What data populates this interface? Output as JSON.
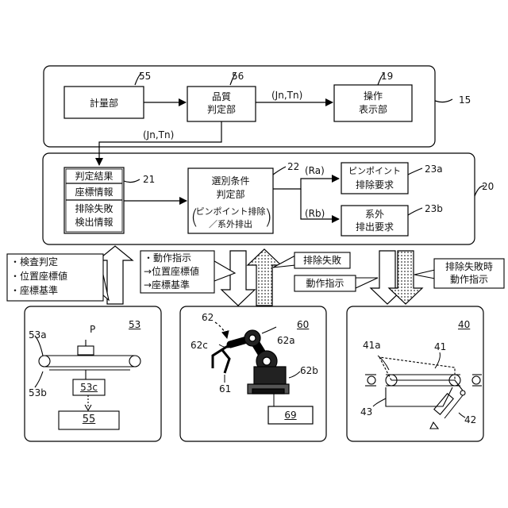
{
  "refs": {
    "r55": "55",
    "r56": "56",
    "r19": "19",
    "r15": "15",
    "r22": "22",
    "r21": "21",
    "r20": "20",
    "r23a": "23a",
    "r23b": "23b",
    "r53": "53",
    "r53a": "53a",
    "r53b": "53b",
    "r53c": "53c",
    "rP": "P",
    "r55b": "55",
    "r62": "62",
    "r60": "60",
    "r62c": "62c",
    "r62a": "62a",
    "r62b": "62b",
    "r61": "61",
    "r69": "69",
    "r40": "40",
    "r41a": "41a",
    "r41": "41",
    "r43": "43",
    "r42": "42"
  },
  "top": {
    "measure": "計量部",
    "quality": [
      "品質",
      "判定部"
    ],
    "operation": [
      "操作",
      "表示部"
    ],
    "jn1": "(Jn,Tn)",
    "jn2": "(Jn,Tn)"
  },
  "mid": {
    "info": [
      "判定結果",
      "座標情報",
      "排除失敗",
      "検出情報"
    ],
    "selection": [
      "選別条件",
      "判定部"
    ],
    "paren": [
      "ピンポイント排除",
      "／系外排出"
    ],
    "ra": "(Ra)",
    "rb": "(Rb)",
    "pinpoint": [
      "ピンポイント",
      "排除要求"
    ],
    "outside": [
      "系外",
      "排出要求"
    ]
  },
  "callouts": {
    "left": [
      "・検査判定",
      "・位置座標値",
      "・座標基準"
    ],
    "center": [
      "・動作指示",
      "→位置座標値",
      "→座標基準"
    ],
    "fail": "排除失敗",
    "op": "動作指示",
    "right": [
      "排除失敗時",
      "動作指示"
    ]
  }
}
